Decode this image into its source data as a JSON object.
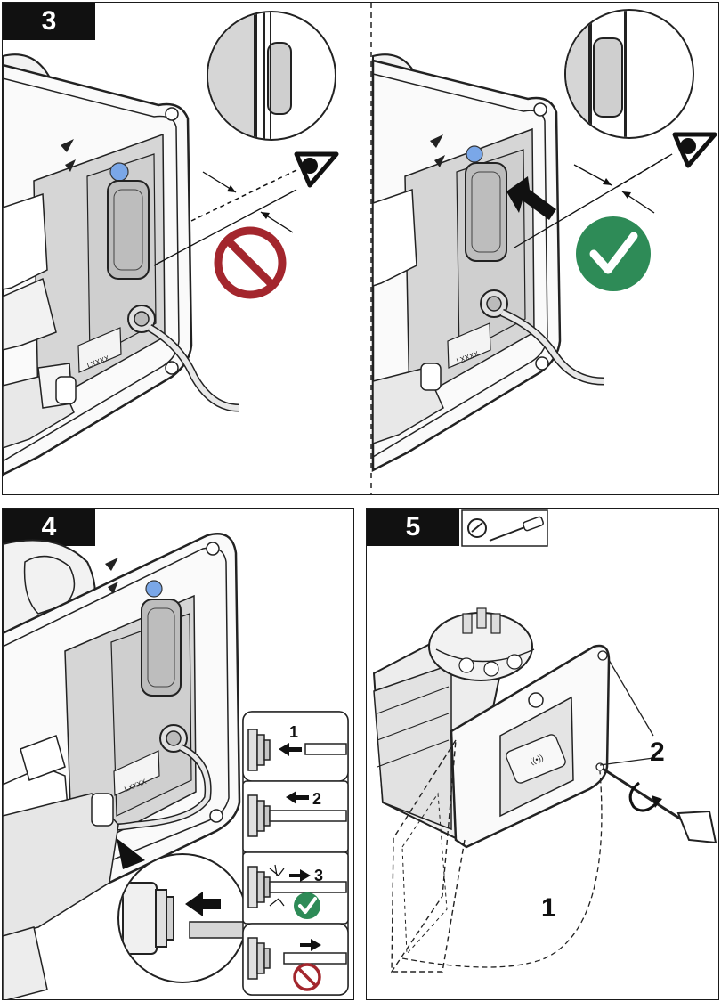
{
  "steps": {
    "s3": {
      "number": "3"
    },
    "s4": {
      "number": "4"
    },
    "s5": {
      "number": "5"
    }
  },
  "device_label": "LXXXX",
  "step4": {
    "callouts": [
      "1",
      "2",
      "3"
    ]
  },
  "step5": {
    "callouts": [
      "2",
      "1"
    ],
    "tool_icon": "screwdriver-icon"
  },
  "colors": {
    "ok": "#2e8b57",
    "no": "#a3262d",
    "dot": "#7aa7e8",
    "panel_grey": "#d6d6d6"
  }
}
